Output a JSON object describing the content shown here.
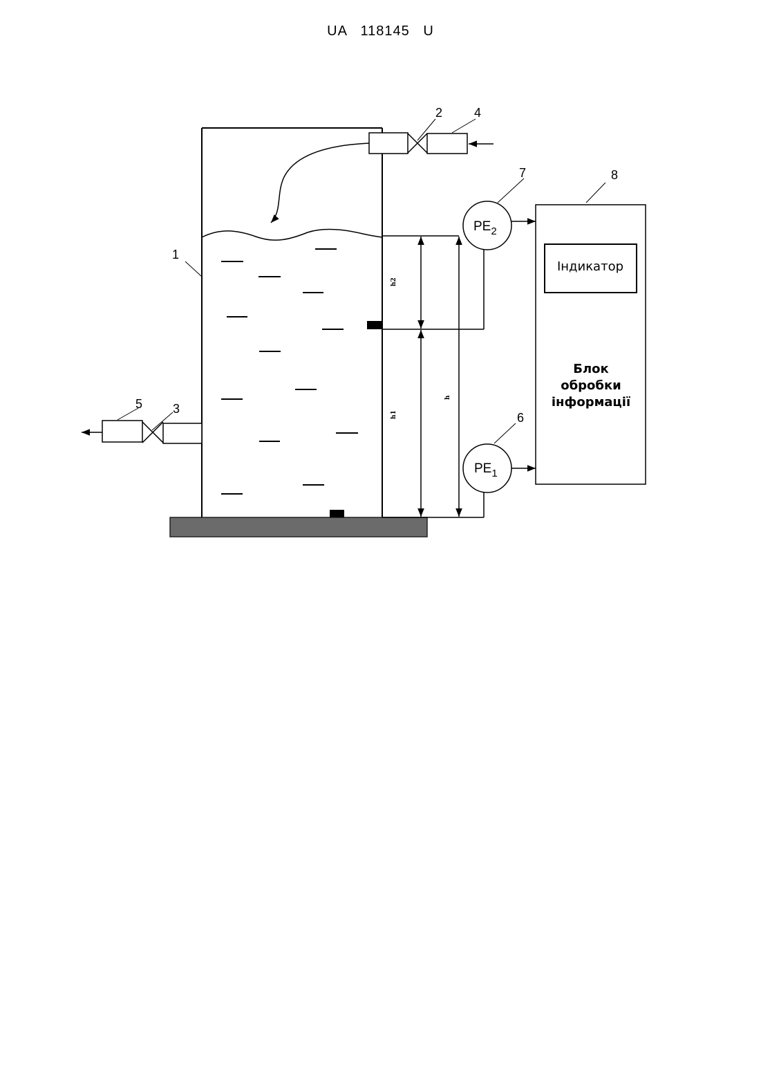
{
  "header": "UA   118145   U",
  "labels": {
    "n1": "1",
    "n2": "2",
    "n3": "3",
    "n4": "4",
    "n5": "5",
    "n6": "6",
    "n7": "7",
    "n8": "8"
  },
  "sensors": {
    "pe2_main": "PE",
    "pe2_sub": "2",
    "pe1_main": "PE",
    "pe1_sub": "1"
  },
  "processing_unit": {
    "indicator": "Індикатор",
    "line1": "Блок",
    "line2": "обробки",
    "line3": "інформації"
  },
  "dimensions": {
    "upper": "h2",
    "lower": "h1",
    "total": "h"
  }
}
